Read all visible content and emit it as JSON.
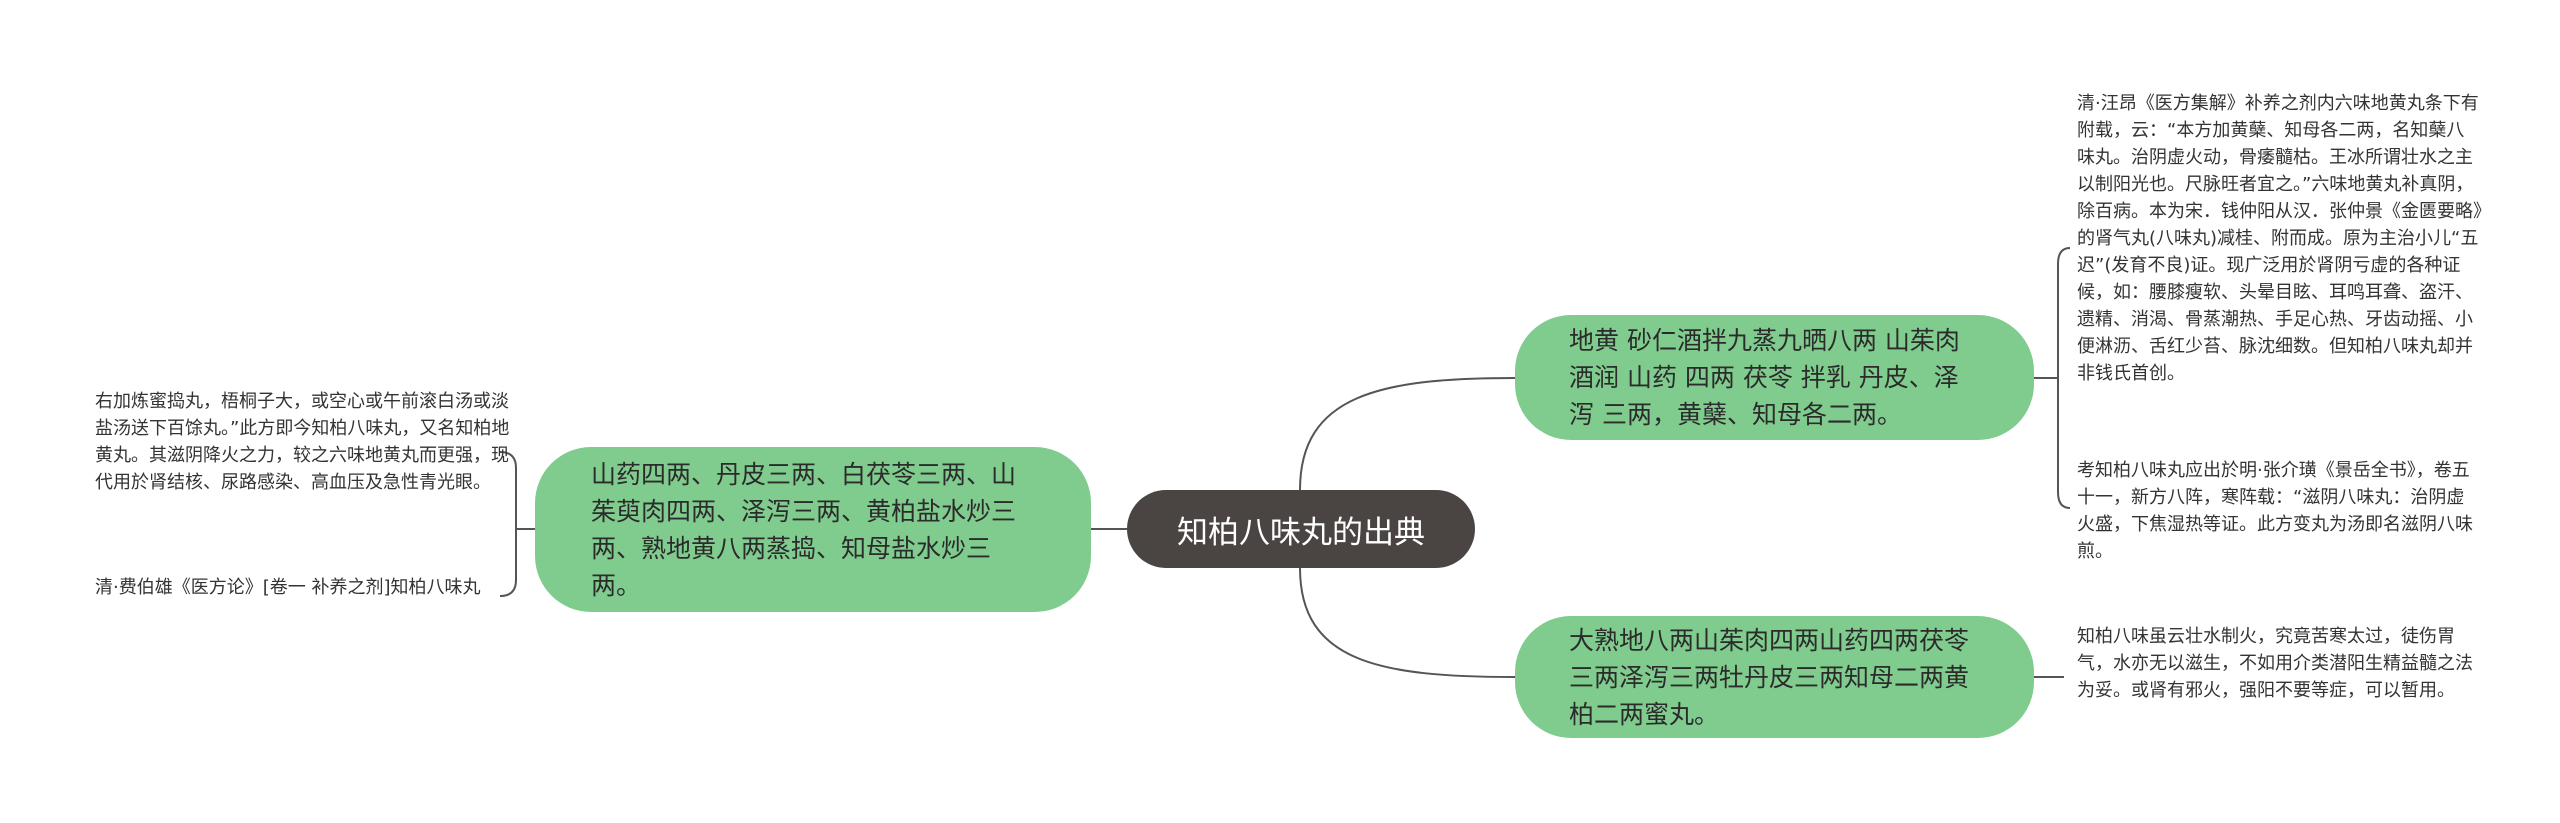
{
  "colors": {
    "background": "#ffffff",
    "root_fill": "#4a4442",
    "branch_fill": "#80cc8e",
    "connector": "#555555",
    "text": "#333333"
  },
  "root": {
    "label": "知柏八味丸的出典"
  },
  "branches": {
    "left": {
      "label": "山药四两、丹皮三两、白茯苓三两、山茱萸肉四两、泽泻三两、黄柏盐水炒三两、熟地黄八两蒸捣、知母盐水炒三两。",
      "leaves": [
        "右加炼蜜捣丸，梧桐子大，或空心或午前滚白汤或淡盐汤送下百馀丸。”此方即今知柏八味丸，又名知柏地黄丸。其滋阴降火之力，较之六味地黄丸而更强，现代用於肾结核、尿路感染、高血压及急性青光眼。",
        "清·费伯雄《医方论》[卷一 补养之剂]知柏八味丸"
      ]
    },
    "right_top": {
      "label": "地黄 砂仁酒拌九蒸九晒八两 山茱肉酒润 山药 四两 茯苓 拌乳 丹皮、泽泻 三两，黄蘖、知母各二两。",
      "leaves": [
        "清·汪昂《医方集解》补养之剂内六味地黄丸条下有附载，云：“本方加黄蘖、知母各二两，名知蘖八味丸。治阴虚火动，骨痿髓枯。王冰所谓壮水之主以制阳光也。尺脉旺者宜之。”六味地黄丸补真阴，除百病。本为宋．钱仲阳从汉．张仲景《金匮要略》的肾气丸(八味丸)减桂、附而成。原为主治小儿“五迟”(发育不良)证。现广泛用於肾阴亏虚的各种证候，如：腰膝瘦软、头晕目眩、耳鸣耳聋、盗汗、遗精、消渴、骨蒸潮热、手足心热、牙齿动摇、小便淋沥、舌红少苔、脉沈细数。但知柏八味丸却并非钱氏首创。",
        "考知柏八味丸应出於明·张介璜《景岳全书》，卷五十一，新方八阵，寒阵载：“滋阴八味丸：治阴虚火盛，下焦湿热等证。此方变丸为汤即名滋阴八味煎。"
      ]
    },
    "right_bottom": {
      "label": "大熟地八两山茱肉四两山药四两茯苓三两泽泻三两牡丹皮三两知母二两黄柏二两蜜丸。",
      "leaves": [
        "知柏八味虽云壮水制火，究竟苦寒太过，徒伤胃气，水亦无以滋生，不如用介类潜阳生精益髓之法为妥。或肾有邪火，强阳不要等症，可以暂用。"
      ]
    }
  }
}
